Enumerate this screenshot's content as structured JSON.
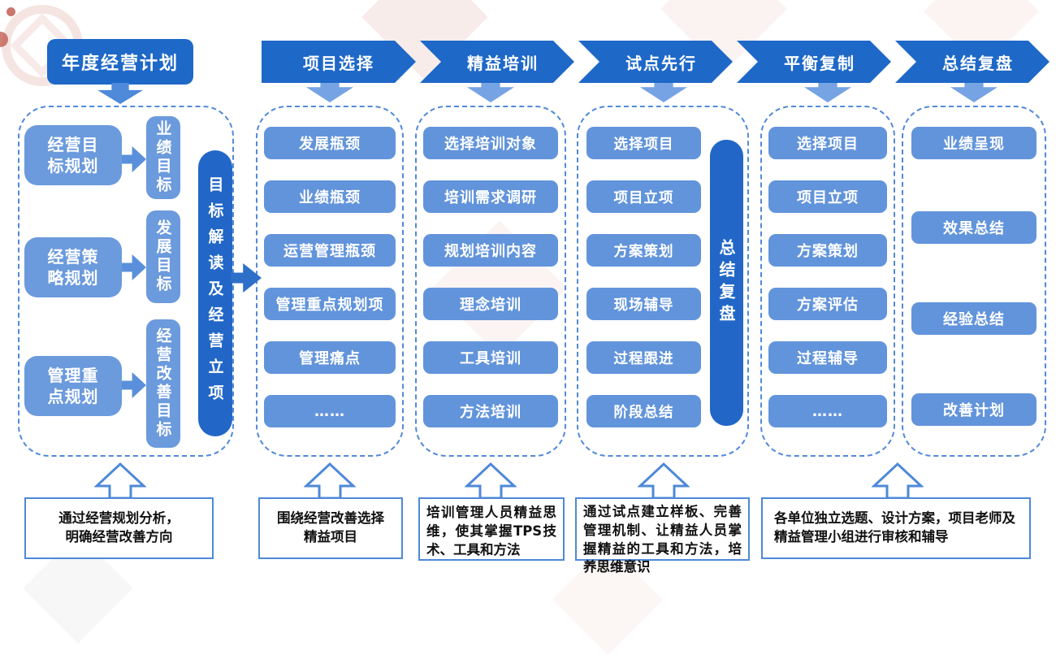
{
  "title": "年度经营计划",
  "stages": [
    "项目选择",
    "精益培训",
    "试点先行",
    "平衡复制",
    "总结复盘"
  ],
  "planning": {
    "rows": [
      {
        "source": "经营目标规划",
        "goal": "业绩目标"
      },
      {
        "source": "经营策略规划",
        "goal": "发展目标"
      },
      {
        "source": "管理重点规划",
        "goal": "经营改善目标"
      }
    ],
    "bar": "目标解读及经营立项"
  },
  "columns": [
    {
      "stage": "项目选择",
      "items": [
        "发展瓶颈",
        "业绩瓶颈",
        "运营管理瓶颈",
        "管理重点规划项",
        "管理痛点",
        "……"
      ]
    },
    {
      "stage": "精益培训",
      "items": [
        "选择培训对象",
        "培训需求调研",
        "规划培训内容",
        "理念培训",
        "工具培训",
        "方法培训"
      ]
    },
    {
      "stage": "试点先行",
      "items": [
        "选择项目",
        "项目立项",
        "方案策划",
        "现场辅导",
        "过程跟进",
        "阶段总结"
      ],
      "bar": "总结复盘"
    },
    {
      "stage": "平衡复制",
      "items": [
        "选择项目",
        "项目立项",
        "方案策划",
        "方案评估",
        "过程辅导",
        "……"
      ]
    },
    {
      "stage": "总结复盘",
      "items": [
        "业绩呈现",
        "效果总结",
        "经验总结",
        "改善计划"
      ]
    }
  ],
  "notes": [
    "通过经营规划分析，明确经营改善方向",
    "围绕经营改善选择精益项目",
    "培训管理人员精益思维，使其掌握TPS技术、工具和方法",
    "通过试点建立样板、完善管理机制、让精益人员掌握精益的工具和方法，培养思维意识",
    "各单位独立选题、设计方案，项目老师及精益管理小组进行审核和辅导"
  ],
  "colors": {
    "blue-dark": "#1E68C8",
    "blue-mid": "#6294DB",
    "blue-arrow": "#76A3E3",
    "blue-border": "#4E89D8",
    "text-dark": "#111111"
  }
}
